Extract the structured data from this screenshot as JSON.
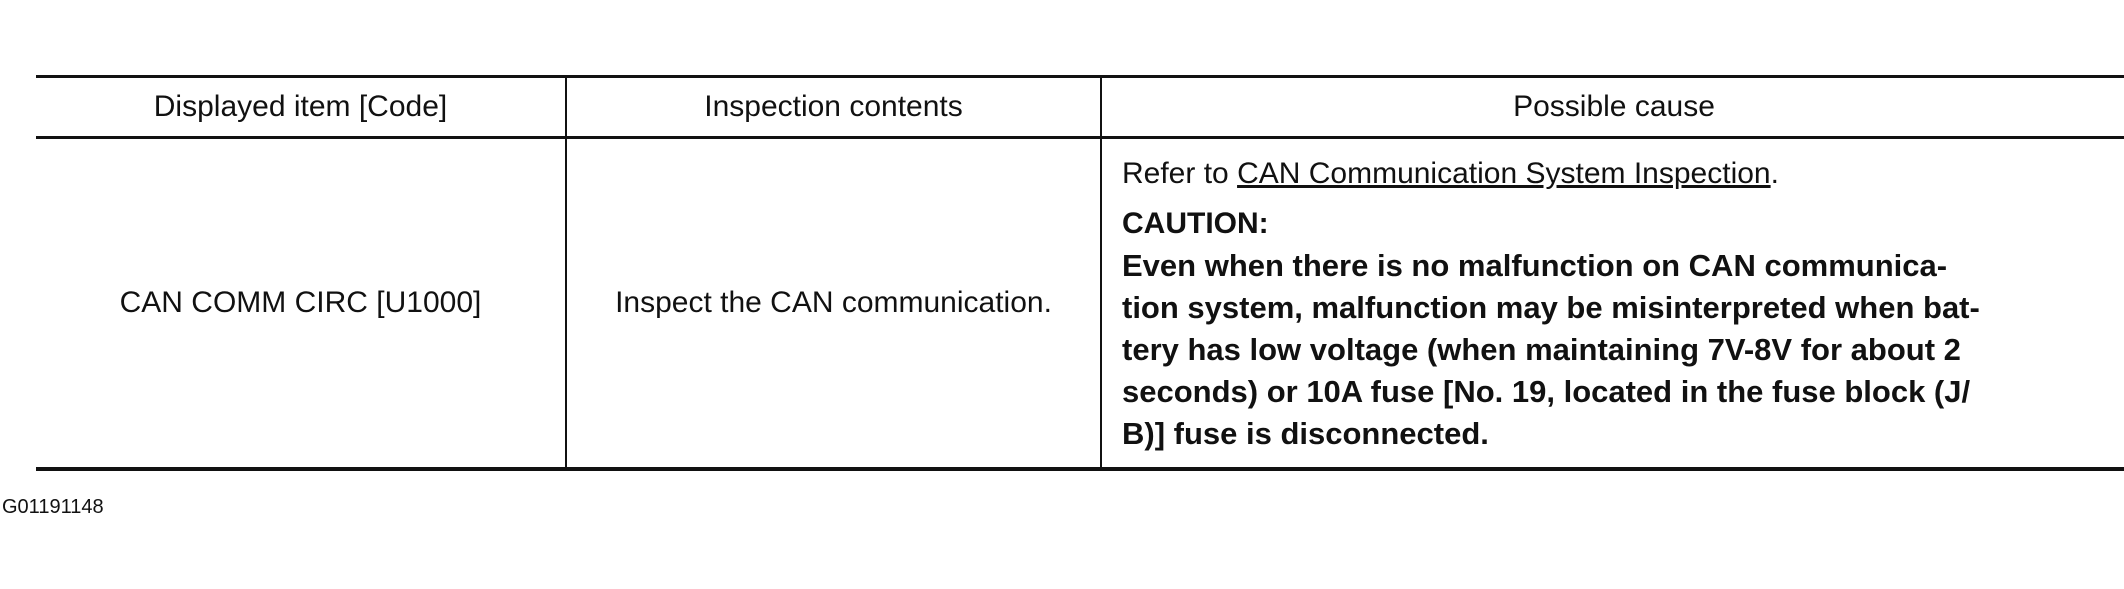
{
  "table": {
    "headers": [
      "Displayed item [Code]",
      "Inspection contents",
      "Possible cause"
    ],
    "rows": [
      {
        "displayed_item": "CAN COMM CIRC [U1000]",
        "inspection": "Inspect the CAN communication.",
        "cause": {
          "ref_prefix": "Refer to ",
          "ref_link": "CAN Communication System Inspection",
          "ref_suffix": ".",
          "caution_title": "CAUTION:",
          "caution_lines": [
            "Even when there is no malfunction on CAN communica-",
            "tion system, malfunction may be misinterpreted when bat-",
            "tery has low voltage (when maintaining 7V-8V for about 2",
            "seconds) or 10A fuse [No. 19, located in the fuse block (J/",
            "B)] fuse is disconnected."
          ]
        }
      }
    ]
  },
  "figure_id": "G01191148"
}
